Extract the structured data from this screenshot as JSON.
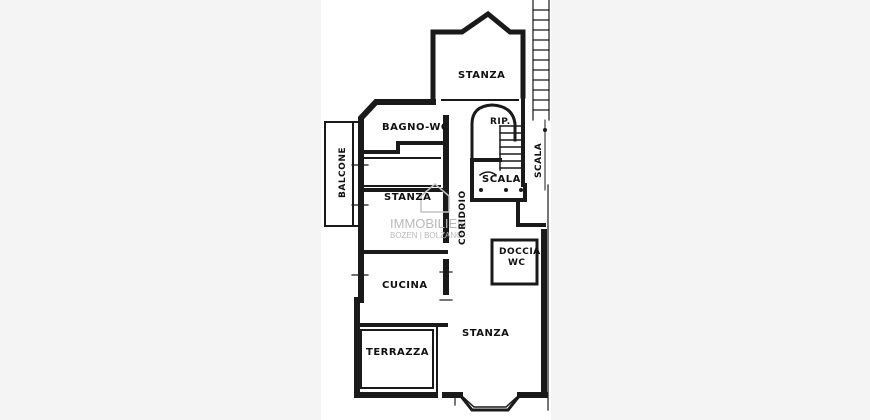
{
  "plan": {
    "rooms": {
      "stanza_top": "STANZA",
      "bagno_wc": "BAGNO-WC",
      "rip": "RIP.",
      "scala_inner": "SCALA",
      "scala_outer": "SCALA",
      "balcone": "BALCONE",
      "stanza_mid": "STANZA",
      "corridoio": "CORIDOIO",
      "doccia_1": "DOCCIA",
      "doccia_2": "WC",
      "cucina": "CUCINA",
      "stanza_big": "STANZA",
      "terrazza": "TERRAZZA"
    },
    "watermark": {
      "line1": "IMMOBILIEN",
      "line2": "BOZEN | BOLZANO"
    }
  },
  "colors": {
    "wall": "#1a1a1a",
    "paper": "#ffffff",
    "background": "#f4f4f4",
    "watermark": "#b9b9b9"
  }
}
